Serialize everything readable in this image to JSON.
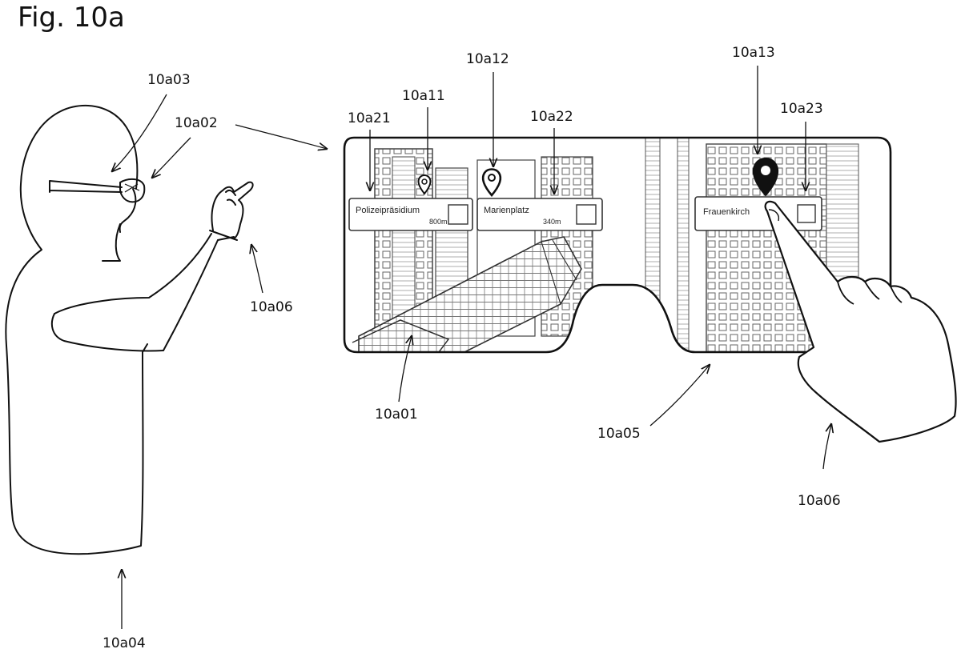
{
  "figure_title": "Fig. 10a",
  "refs": {
    "glasses_view": "10a01",
    "glasses_device": "10a02",
    "eye": "10a03",
    "user": "10a04",
    "display_frame": "10a05",
    "hand_user": "10a06",
    "hand_overlay": "10a06",
    "marker_left": "10a11",
    "marker_middle": "10a12",
    "marker_right": "10a13",
    "label_left": "10a21",
    "label_middle": "10a22",
    "label_right": "10a23"
  },
  "poi_labels": [
    {
      "name": "Polizeipräsidium",
      "distance": "800m"
    },
    {
      "name": "Marienplatz",
      "distance": "340m"
    },
    {
      "name": "Frauenkirch",
      "distance": ""
    }
  ],
  "colors": {
    "stroke": "#111111",
    "paper": "#ffffff",
    "shade": "#9a9a9a"
  },
  "icons": [
    "location-pin-icon",
    "checkbox-icon",
    "pointing-hand-icon"
  ]
}
